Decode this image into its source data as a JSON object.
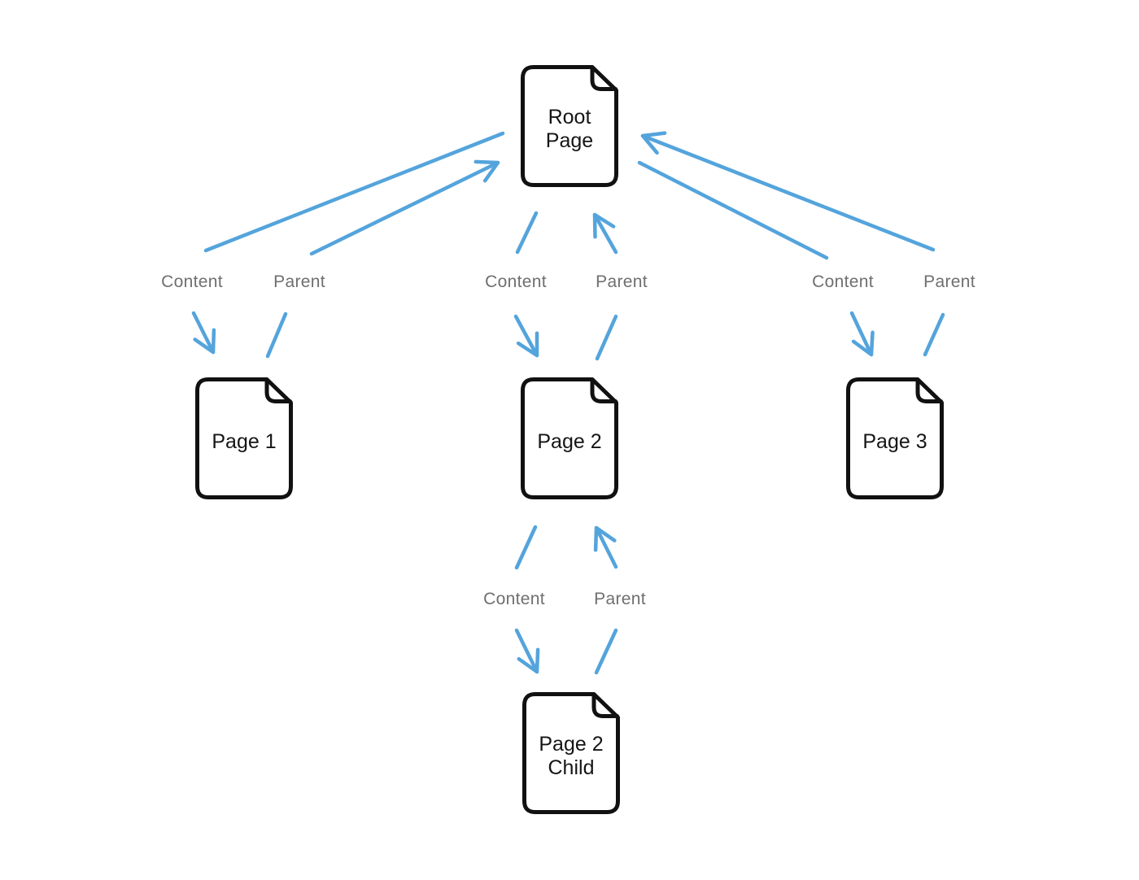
{
  "diagram": {
    "nodes": {
      "root": {
        "label": "Root\nPage"
      },
      "page1": {
        "label": "Page 1"
      },
      "page2": {
        "label": "Page 2"
      },
      "page3": {
        "label": "Page 3"
      },
      "page2_child": {
        "label": "Page 2\nChild"
      }
    },
    "edge_labels": {
      "content": "Content",
      "parent": "Parent"
    },
    "edges": [
      {
        "label": "Content",
        "from": "Root Page",
        "to": "Page 1",
        "direction": "down"
      },
      {
        "label": "Parent",
        "from": "Page 1",
        "to": "Root Page",
        "direction": "up"
      },
      {
        "label": "Content",
        "from": "Root Page",
        "to": "Page 2",
        "direction": "down"
      },
      {
        "label": "Parent",
        "from": "Page 2",
        "to": "Root Page",
        "direction": "up"
      },
      {
        "label": "Content",
        "from": "Root Page",
        "to": "Page 3",
        "direction": "down"
      },
      {
        "label": "Parent",
        "from": "Page 3",
        "to": "Root Page",
        "direction": "up"
      },
      {
        "label": "Content",
        "from": "Page 2",
        "to": "Page 2 Child",
        "direction": "down"
      },
      {
        "label": "Parent",
        "from": "Page 2 Child",
        "to": "Page 2",
        "direction": "up"
      }
    ],
    "colors": {
      "arrow": "#54a4dc",
      "node_border": "#111111",
      "node_text": "#151515",
      "edge_label_text": "#6f6f6f",
      "background": "#ffffff"
    }
  }
}
